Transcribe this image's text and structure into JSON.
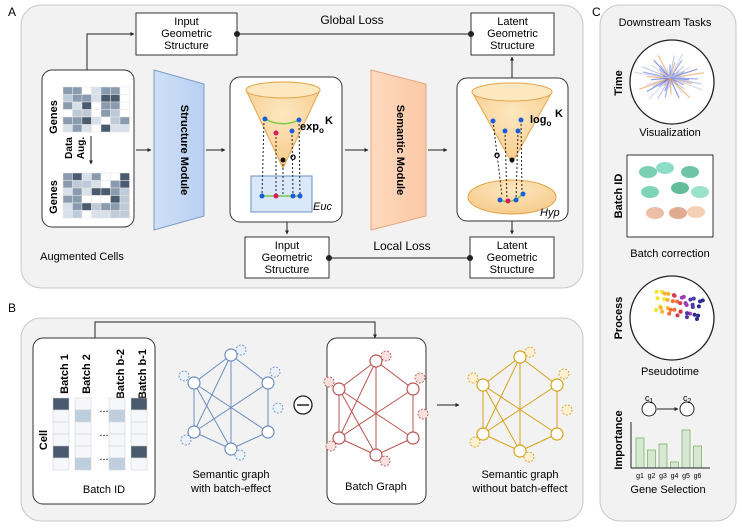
{
  "panel_a": {
    "letter": "A",
    "input_struct_top": [
      "Input",
      "Geometric",
      "Structure"
    ],
    "latent_struct_top": [
      "Latent",
      "Geometric",
      "Structure"
    ],
    "global_loss": "Global Loss",
    "input_struct_bottom": [
      "Input",
      "Geometric",
      "Structure"
    ],
    "latent_struct_bottom": [
      "Latent",
      "Geometric",
      "Structure"
    ],
    "local_loss": "Local Loss",
    "genes_label": "Genes",
    "data_aug": [
      "Data",
      "Aug."
    ],
    "augmented_cells": "Augmented Cells",
    "structure_module": "Structure Module",
    "semantic_module": "Semantic Module",
    "exp_label": "exp",
    "log_label": "log",
    "sub_o": "o",
    "sup_k": "K",
    "origin_o": "o",
    "euc_label": "Euc",
    "hyp_label": "Hyp"
  },
  "panel_b": {
    "letter": "B",
    "batch_labels": [
      "Batch 1",
      "Batch 2",
      "Batch b-2",
      "Batch b-1"
    ],
    "cell_label": "Cell",
    "batch_id": "Batch ID",
    "ellipsis": "...",
    "semantic_with": [
      "Semantic graph",
      "with batch-effect"
    ],
    "batch_graph": "Batch Graph",
    "semantic_without": [
      "Semantic graph",
      "without batch-effect"
    ]
  },
  "panel_c": {
    "letter": "C",
    "title": "Downstream Tasks",
    "time": "Time",
    "visualization": "Visualization",
    "batch_id": "Batch ID",
    "batch_correction": "Batch correction",
    "process": "Process",
    "pseudotime": "Pseudotime",
    "importance": "Importance",
    "gene_selection": "Gene Selection",
    "c1": "c",
    "c1_sub": "1",
    "c2": "c",
    "c2_sub": "2",
    "bar_labels": [
      "g1",
      "g2",
      "g3",
      "g4",
      "g5",
      "g6"
    ]
  },
  "colors": {
    "panel_bg": "#f2f2f2",
    "structure_blue": "#dae8fc",
    "semantic_orange": "#ffe0cc",
    "cone_orange": "#fbd9a0",
    "graph_blue": "#6c8ebf",
    "graph_red": "#b85450",
    "graph_yellow": "#d6a21a",
    "bar_green": "#d5e8d4"
  }
}
